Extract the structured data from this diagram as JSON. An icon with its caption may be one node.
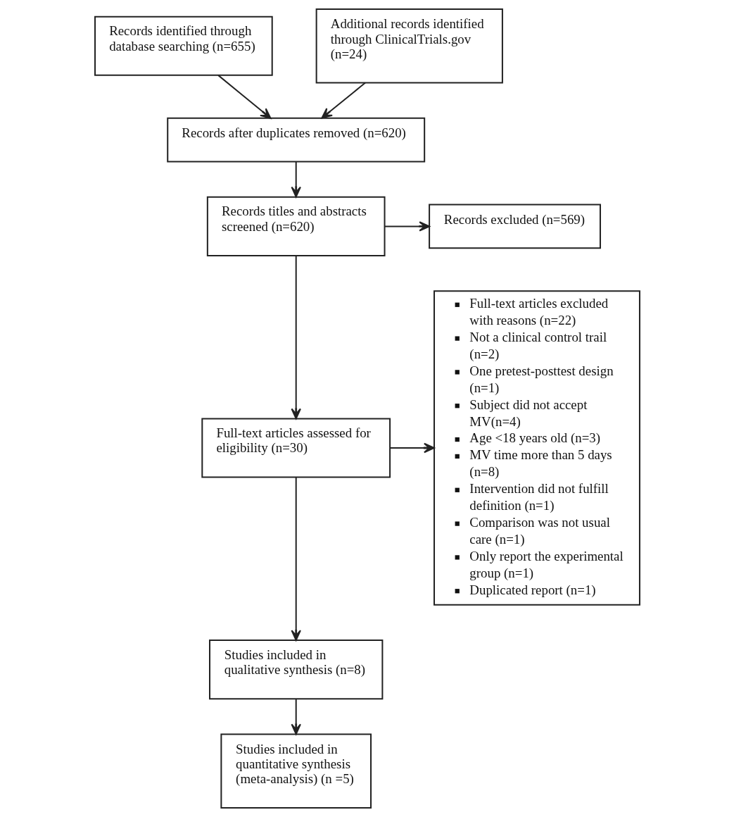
{
  "diagram": {
    "nodes": [
      {
        "text": [
          "Records identified through database searching (n=655)"
        ]
      },
      {
        "text": [
          "Additional records identified through ClinicalTrials.gov (n=24)"
        ]
      },
      {
        "text": [
          "Records after duplicates removed (n=620)"
        ]
      },
      {
        "text": [
          "Records titles and abstracts screened (n=620)"
        ]
      },
      {
        "text": [
          "Records excluded (n=569)"
        ]
      },
      {
        "text": [
          "Full-text articles assessed for eligibility (n=30)"
        ]
      },
      {
        "text": [
          "Full-text articles excluded with reasons (n=22)",
          "Not a clinical control trail (n=2)",
          "One pretest-posttest design (n=1)",
          "Subject did not accept MV(n=4)",
          "Age <18 years old (n=3)",
          "MV time more than 5 days (n=8)",
          "Intervention did not fulfill definition (n=1)",
          "Comparison was not usual care (n=1)",
          "Only report the experimental group (n=1)",
          "Duplicated report (n=1)"
        ]
      },
      {
        "text": [
          "Studies included in qualitative synthesis (n=8)"
        ]
      },
      {
        "text": [
          "Studies included in quantitative synthesis (meta-analysis) (n =5)"
        ]
      }
    ],
    "edges": [
      {
        "from": 0,
        "to": 2,
        "arrow": "to"
      },
      {
        "from": 1,
        "to": 2,
        "arrow": "to"
      },
      {
        "from": 2,
        "to": 3,
        "arrow": "to"
      },
      {
        "from": 3,
        "to": 4,
        "arrow": "to"
      },
      {
        "from": 3,
        "to": 5,
        "arrow": "to"
      },
      {
        "from": 5,
        "to": 6,
        "arrow": "to"
      },
      {
        "from": 5,
        "to": 7,
        "arrow": "to"
      },
      {
        "from": 7,
        "to": 8,
        "arrow": "to"
      }
    ]
  }
}
